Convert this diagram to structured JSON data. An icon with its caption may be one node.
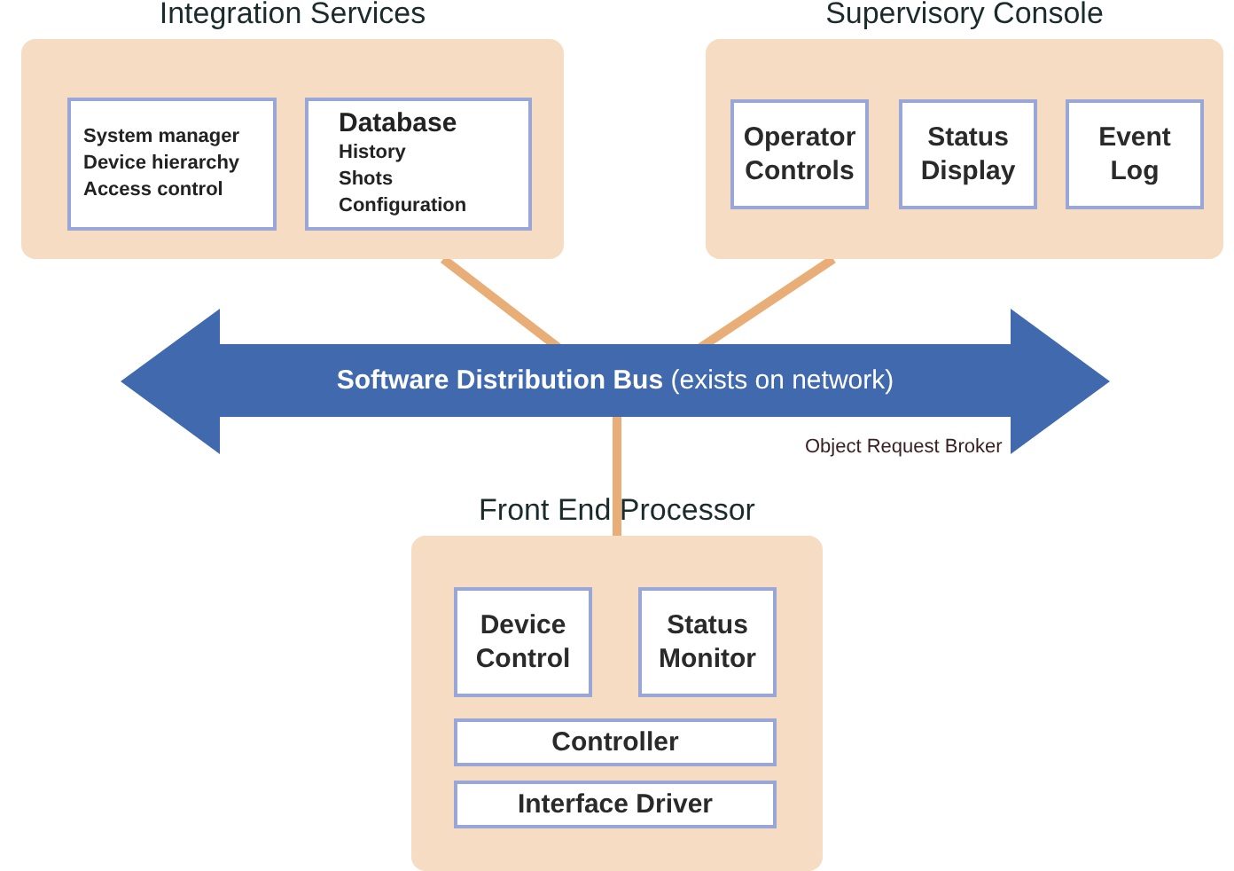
{
  "diagram": {
    "nodes": [
      {
        "text": [
          "Integration Services"
        ]
      },
      {
        "text": [
          "System manager",
          "Device hierarchy",
          "Access control"
        ],
        "in": 0
      },
      {
        "text": [
          "Database",
          "History",
          "Shots",
          "Configuration"
        ],
        "in": 0
      },
      {
        "text": [
          "Supervisory Console"
        ]
      },
      {
        "text": [
          "Operator Controls"
        ],
        "in": 3
      },
      {
        "text": [
          "Status Display"
        ],
        "in": 3
      },
      {
        "text": [
          "Event Log"
        ],
        "in": 3
      },
      {
        "text": [
          "**Software Distribution Bus** (exists on network)"
        ],
        "beside": [
          "Object Request Broker"
        ]
      },
      {
        "text": [
          "Front End Processor"
        ]
      },
      {
        "text": [
          "Device Control"
        ],
        "in": 8
      },
      {
        "text": [
          "Status Monitor"
        ],
        "in": 8
      },
      {
        "text": [
          "Controller"
        ],
        "in": 8
      },
      {
        "text": [
          "Interface Driver"
        ],
        "in": 8
      }
    ],
    "edges": [
      {
        "from": 0,
        "to": 7,
        "arrow": "none"
      },
      {
        "from": 3,
        "to": 7,
        "arrow": "none"
      },
      {
        "from": 7,
        "to": 8,
        "arrow": "none"
      }
    ]
  }
}
